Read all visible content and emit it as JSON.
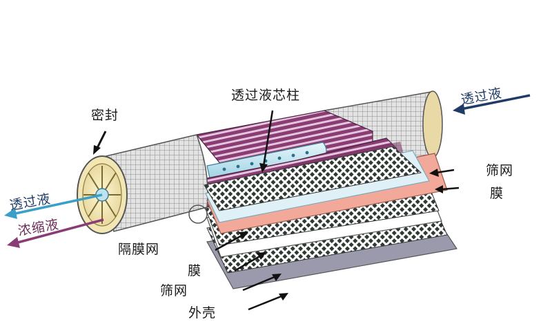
{
  "labels": {
    "seal": "密封",
    "permeate_core": "透过液芯柱",
    "permeate_in": "透过液",
    "permeate_out": "透过液",
    "concentrate": "浓缩液",
    "spacer_net": "隔膜网",
    "membrane_lower": "膜",
    "sieve_net_lower": "筛网",
    "shell": "外壳",
    "sieve_net_right": "筛网",
    "membrane_right": "膜"
  },
  "colors": {
    "mesh_shell": "#d9d9d9",
    "fold_purple": "#8a3d74",
    "core_blue": "#bfe3ee",
    "membrane_light": "#dff1f7",
    "membrane_salmon": "#f2a99a",
    "sheet_grey": "#9a9aac",
    "net_dark": "#2f3a33",
    "arrow_permeate": "#3aa0c8",
    "arrow_concentrate": "#8a3d74"
  }
}
